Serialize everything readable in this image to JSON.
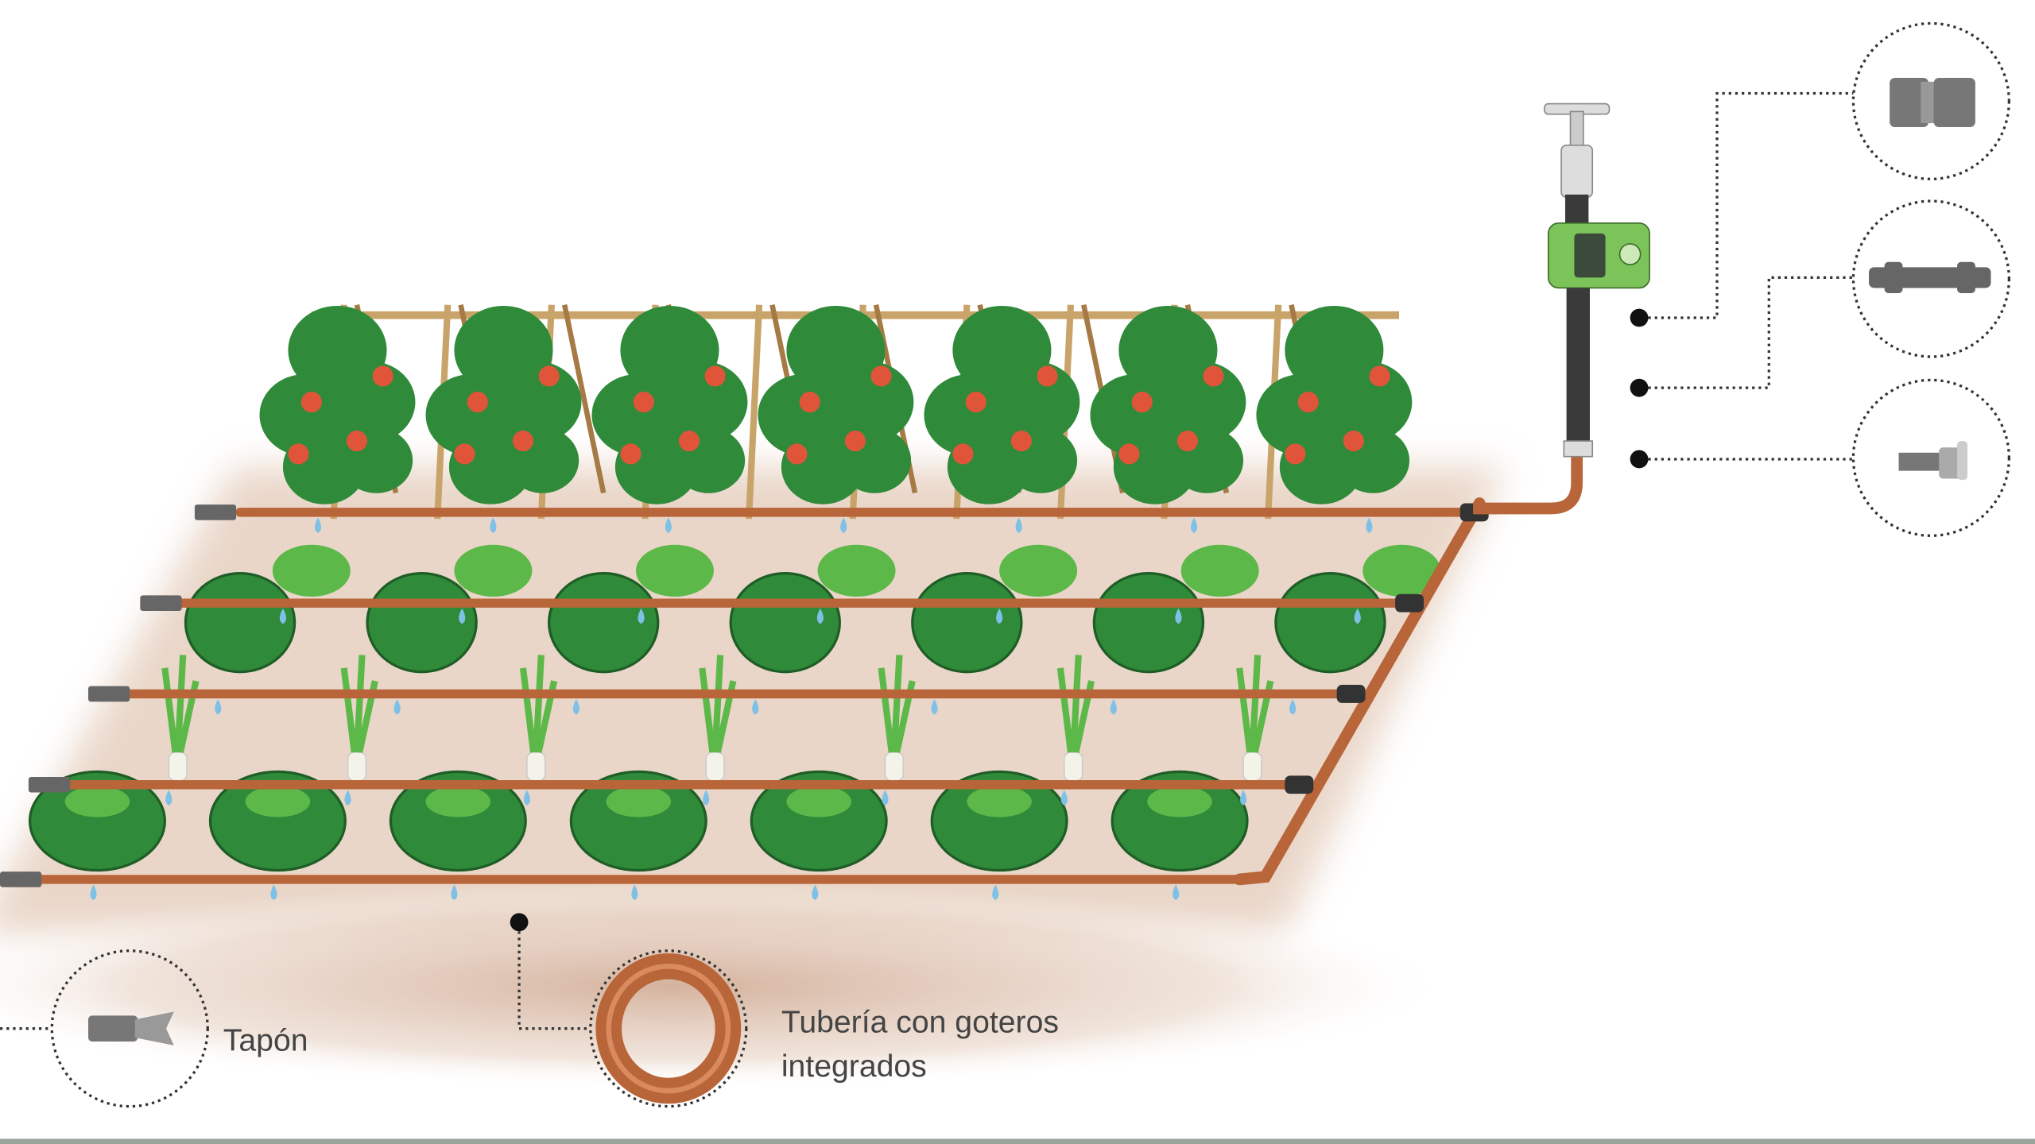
{
  "labels": {
    "cap": "Tapón",
    "drip_pipe_line1": "Tubería con goteros",
    "drip_pipe_line2": "integrados"
  },
  "colors": {
    "pipe": "#b8653a",
    "leaf": "#2f8a3a",
    "leaf_light": "#5cb848",
    "tomato": "#e0553a",
    "stake": "#c9a46a",
    "timer": "#7cc45a",
    "shadow": "#d9b8a0"
  }
}
